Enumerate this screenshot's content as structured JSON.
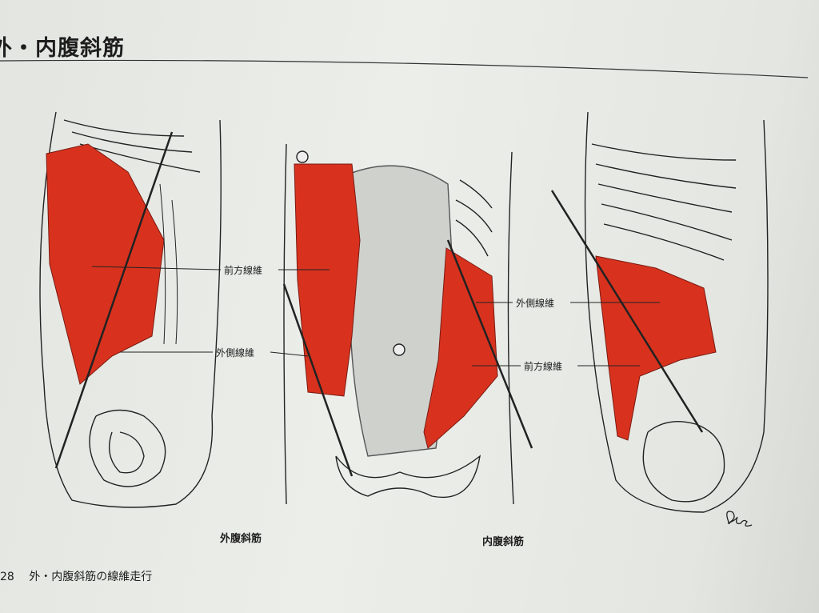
{
  "header": {
    "title": "外・内腹斜筋"
  },
  "figures": {
    "left": {
      "caption": "外腹斜筋",
      "labels": [
        "前方線維",
        "外側線維"
      ]
    },
    "right": {
      "caption": "内腹斜筋",
      "labels": [
        "外側線維",
        "前方線維"
      ]
    }
  },
  "figure_caption": {
    "number": "28",
    "text": "外・内腹斜筋の線維走行"
  },
  "signature": "BdeC",
  "colors": {
    "muscle": "#d8321e",
    "paper": "#e9ebe7",
    "ink": "#1d1d1d"
  }
}
